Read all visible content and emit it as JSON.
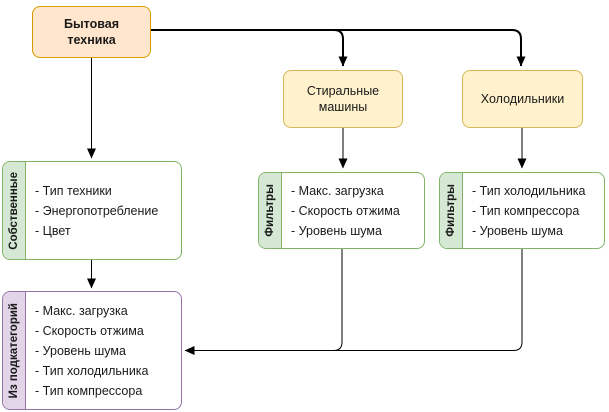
{
  "colors": {
    "canvas-bg": "#ffffff",
    "orange-fill": "#ffe6cc",
    "orange-stroke": "#d79b00",
    "yellow-fill": "#fff2cc",
    "yellow-stroke": "#d6b656",
    "green-fill": "#d5e8d4",
    "green-stroke": "#82b366",
    "purple-fill": "#e1d5e7",
    "purple-stroke": "#9673a6",
    "connector": "#000000",
    "text": "#1a1a1a"
  },
  "nodes": {
    "root": {
      "label": "Бытовая техника"
    },
    "washing": {
      "label": "Стиральные машины"
    },
    "fridge": {
      "label": "Холодильники"
    },
    "own_filters": {
      "tag": "Собственные",
      "items": [
        "- Тип техники",
        "- Энергопотребление",
        "- Цвет"
      ]
    },
    "sub_filters": {
      "tag": "Из подкатегорий",
      "items": [
        "- Макс. загрузка",
        "- Скорость отжима",
        "- Уровень шума",
        "- Тип холодильника",
        "- Тип компрессора"
      ]
    },
    "washing_filters": {
      "tag": "Фильтры",
      "items": [
        "- Макс. загрузка",
        "- Скорость отжима",
        "- Уровень шума"
      ]
    },
    "fridge_filters": {
      "tag": "Фильтры",
      "items": [
        "- Тип холодильника",
        "- Тип компрессора",
        "- Уровень шума"
      ]
    }
  }
}
